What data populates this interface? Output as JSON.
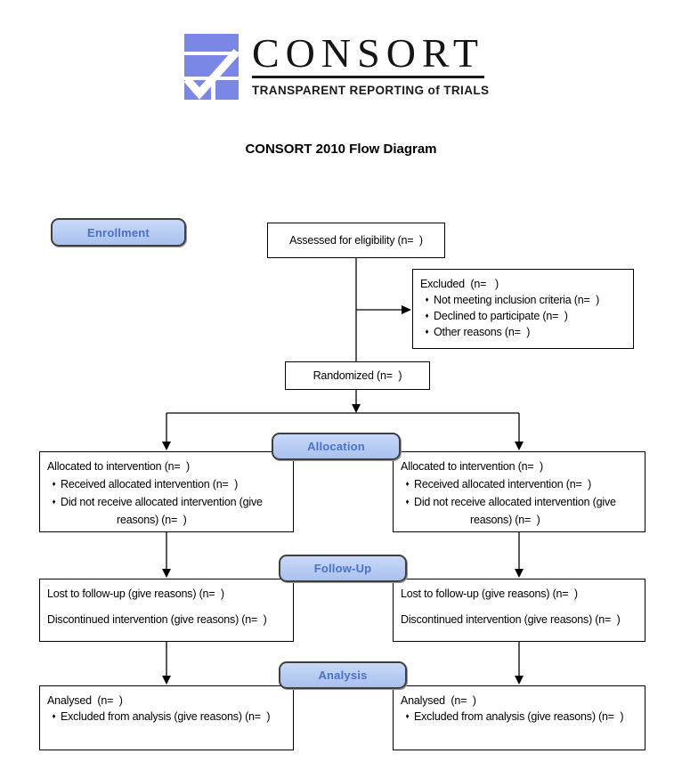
{
  "logo": {
    "wordmark": "CONSORT",
    "tagline": "TRANSPARENT REPORTING of TRIALS",
    "mark_color": "#7b87e4"
  },
  "title": "CONSORT 2010 Flow Diagram",
  "colors": {
    "badge_fill": "#b9cdf4",
    "badge_border": "#3f3f3f",
    "badge_text": "#4b72c7",
    "box_border": "#000000"
  },
  "bullet_glyph": "♦",
  "stages": {
    "enrollment": "Enrollment",
    "allocation": "Allocation",
    "followup": "Follow-Up",
    "analysis": "Analysis"
  },
  "boxes": {
    "eligibility": "Assessed for eligibility (n=  )",
    "excluded": {
      "title": "Excluded  (n=   )",
      "bullets": [
        "Not meeting inclusion criteria (n=  )",
        "Declined to participate (n=  )",
        "Other reasons (n=  )"
      ]
    },
    "randomized": "Randomized (n=  )",
    "allocation_left": {
      "title": "Allocated to intervention (n=  )",
      "bullets": [
        "Received allocated intervention (n=  )",
        "Did not receive allocated intervention (give"
      ],
      "continuation": "reasons) (n=  )"
    },
    "allocation_right": {
      "title": "Allocated to intervention (n=  )",
      "bullets": [
        "Received allocated intervention (n=  )",
        "Did not receive allocated intervention (give"
      ],
      "continuation": "reasons) (n=  )"
    },
    "followup_left": {
      "line1": "Lost to follow-up (give reasons) (n=  )",
      "line2": "Discontinued intervention (give reasons) (n=  )"
    },
    "followup_right": {
      "line1": "Lost to follow-up (give reasons) (n=  )",
      "line2": "Discontinued intervention (give reasons) (n=  )"
    },
    "analysis_left": {
      "title": "Analysed  (n=  )",
      "bullets": [
        "Excluded from analysis (give reasons) (n=  )"
      ]
    },
    "analysis_right": {
      "title": "Analysed  (n=  )",
      "bullets": [
        "Excluded from analysis (give reasons) (n=  )"
      ]
    }
  }
}
